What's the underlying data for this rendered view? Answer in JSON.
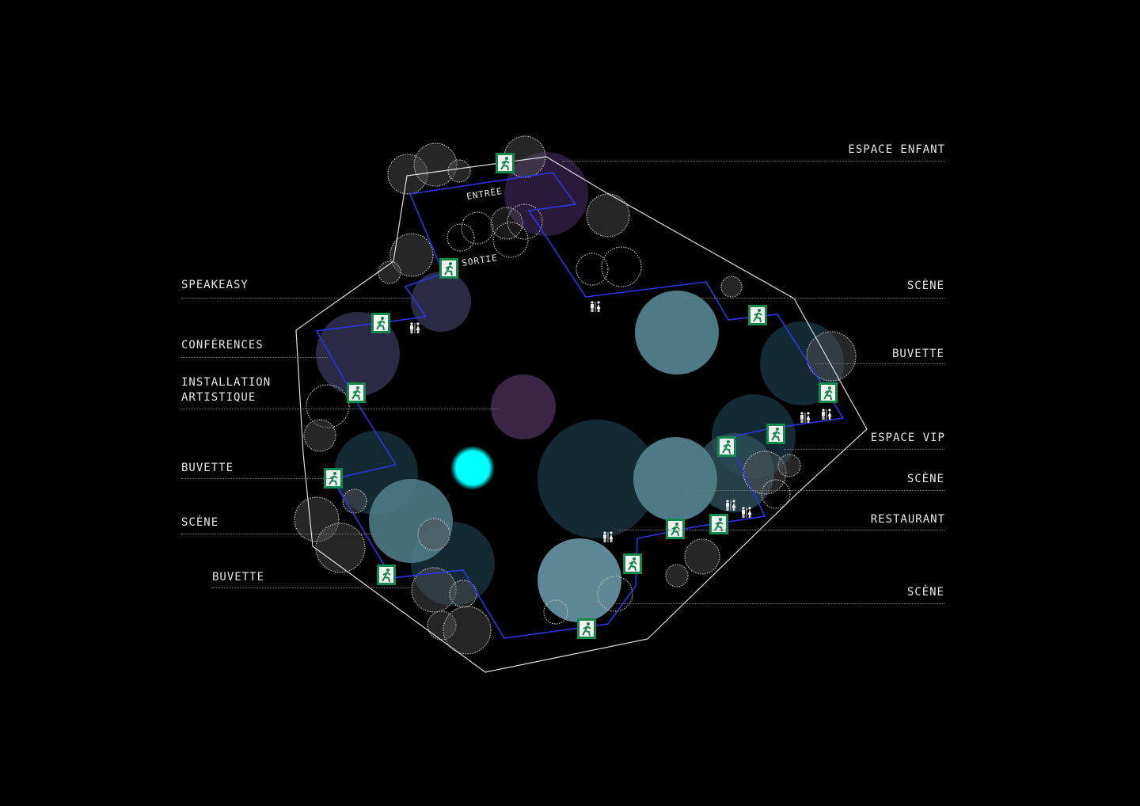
{
  "map": {
    "entrance_label": "ENTRÉE",
    "exit_label": "SORTIE",
    "left_labels": [
      "SPEAKEASY",
      "CONFÉRENCES",
      "INSTALLATION",
      "ARTISTIQUE",
      "BUVETTE",
      "SCÈNE",
      "BUVETTE"
    ],
    "right_labels": [
      "ESPACE ENFANT",
      "SCÈNE",
      "BUVETTE",
      "ESPACE VIP",
      "SCÈNE",
      "RESTAURANT",
      "SCÈNE"
    ],
    "icons": {
      "emergency_exit": "running-man-exit-sign",
      "restroom": "restroom-icon",
      "tree": "tree-canopy"
    },
    "colors": {
      "background": "#000000",
      "path": "#2b35e8",
      "boundary": "#dddddd",
      "exit_sign": "#0f8a4c",
      "highlight": "#00ffff",
      "stage": "#4e7a86",
      "buvette": "#142a33",
      "lounge": "#2a2a45",
      "kids": "#2a1a3a"
    }
  }
}
